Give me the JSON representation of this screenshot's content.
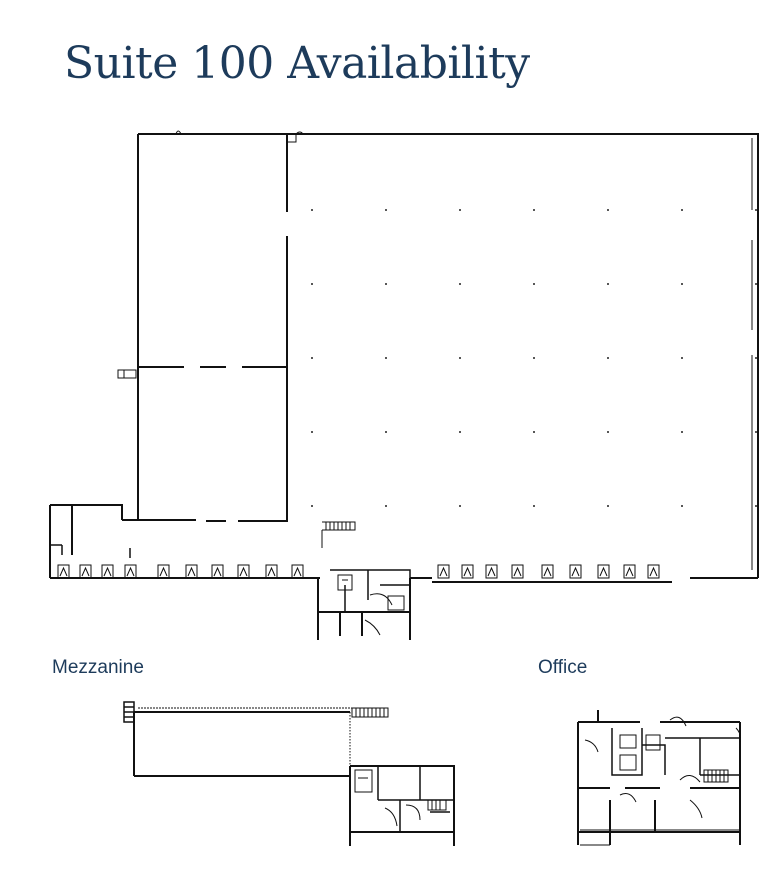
{
  "page": {
    "title": "Suite 100 Availability"
  },
  "labels": {
    "mezzanine": "Mezzanine",
    "office": "Office"
  },
  "colors": {
    "title": "#1d3b5b",
    "walls": "#111111"
  },
  "plan": {
    "dock_doors_west": 10,
    "dock_doors_east": 9,
    "column_rows": 5,
    "column_cols": 7
  }
}
